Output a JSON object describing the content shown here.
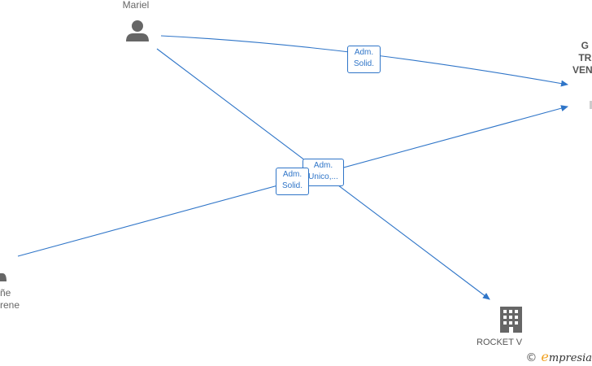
{
  "nodes": {
    "person_top": {
      "label": "Mariel"
    },
    "person_left": {
      "label_line1": "ñe",
      "label_line2": "rene"
    },
    "company_right": {
      "line1": "G",
      "line2": "TRA",
      "line3": "VENT"
    },
    "company_bottom": {
      "label": "ROCKET V"
    }
  },
  "edges": {
    "top_to_right": {
      "line1": "Adm.",
      "line2": "Solid."
    },
    "top_to_bottom": {
      "line1": "Adm.",
      "line2": "Unico,..."
    },
    "left_to_right": {
      "line1": "Adm.",
      "line2": "Solid."
    }
  },
  "watermark": {
    "copyright": "©",
    "brand_e": "e",
    "brand_rest": "mpresia"
  },
  "colors": {
    "edge": "#2f75c8",
    "icon": "#666666"
  }
}
